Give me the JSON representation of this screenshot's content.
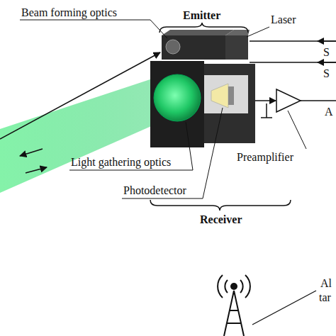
{
  "diagram": {
    "labels": [
      "Beam forming optics",
      "Emitter",
      "Laser",
      "S",
      "S",
      "A",
      "Light gathering optics",
      "Preamplifier",
      "Photodetector",
      "Receiver",
      "Al",
      "tar"
    ]
  }
}
